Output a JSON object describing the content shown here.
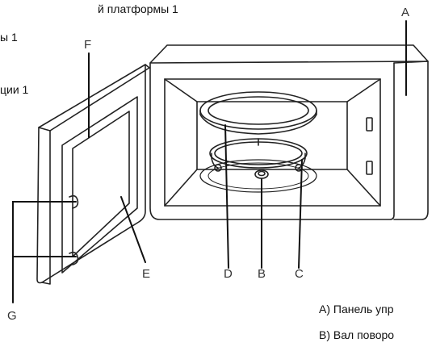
{
  "text_fragments": {
    "line1": "й платформы 1",
    "line2": "ы 1",
    "line3": "ции 1"
  },
  "labels": {
    "A": "A",
    "B": "B",
    "C": "C",
    "D": "D",
    "E": "E",
    "F": "F",
    "G": "G"
  },
  "legend": {
    "a": "A)  Панель упр",
    "b": "B)  Вал поворо"
  }
}
